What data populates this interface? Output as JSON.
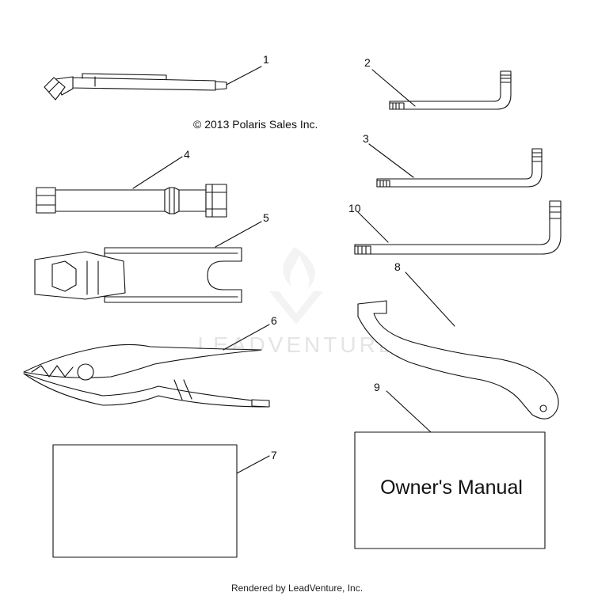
{
  "copyright": "© 2013 Polaris Sales Inc.",
  "parts": [
    {
      "number": "1",
      "icon": "tire-pressure-gauge-icon"
    },
    {
      "number": "2",
      "icon": "hex-key-small-icon"
    },
    {
      "number": "3",
      "icon": "hex-key-medium-icon"
    },
    {
      "number": "4",
      "icon": "spark-plug-socket-icon"
    },
    {
      "number": "5",
      "icon": "double-ended-wrench-icon"
    },
    {
      "number": "6",
      "icon": "pliers-icon"
    },
    {
      "number": "7",
      "icon": "blank-card-icon"
    },
    {
      "number": "8",
      "icon": "spanner-wrench-icon"
    },
    {
      "number": "9",
      "icon": "manual-icon"
    },
    {
      "number": "10",
      "icon": "hex-key-large-icon"
    }
  ],
  "manual_label": "Owner's Manual",
  "watermark": "LEADVENTURE",
  "footer": "Rendered by LeadVenture, Inc."
}
